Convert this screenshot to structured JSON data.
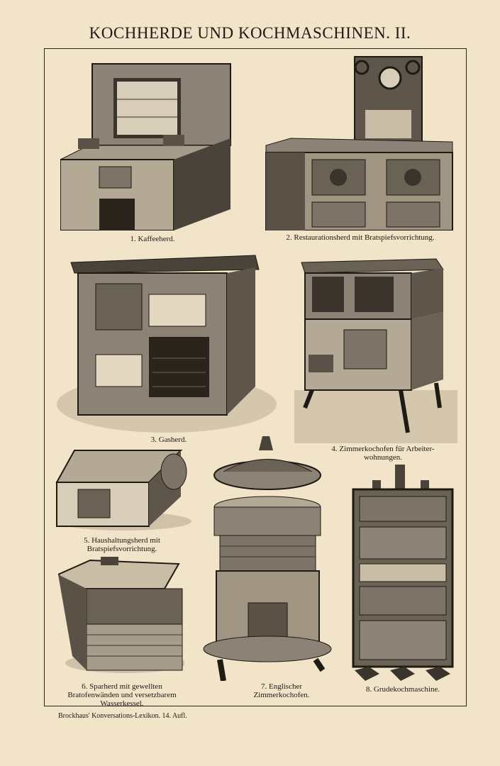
{
  "title": "KOCHHERDE UND KOCHMASCHINEN. II.",
  "figures": [
    {
      "caption": [
        "1. Kaffeeherd."
      ]
    },
    {
      "caption": [
        "2. Restaurationsherd mit Bratspiefsvorrichtung."
      ]
    },
    {
      "caption": [
        "3. Gasherd."
      ]
    },
    {
      "caption": [
        "4. Zimmerkochofen für Arbeiter-",
        "wohnungen."
      ]
    },
    {
      "caption": [
        "5. Haushaltungsherd mit",
        "Bratspiefsvorrichtung."
      ]
    },
    {
      "caption": [
        "6. Sparherd mit gewellten",
        "Bratofenwänden und versetzbarem",
        "Wasserkessel."
      ]
    },
    {
      "caption": [
        "7. Englischer",
        "Zimmerkochofen."
      ]
    },
    {
      "caption": [
        "8. Grudekochmaschine."
      ]
    }
  ],
  "footer": "Brockhaus' Konversations-Lexikon.  14. Aufl.",
  "colors": {
    "paper": "#f2e4c8",
    "ink": "#1e1a14",
    "metal": "#6b6256"
  }
}
